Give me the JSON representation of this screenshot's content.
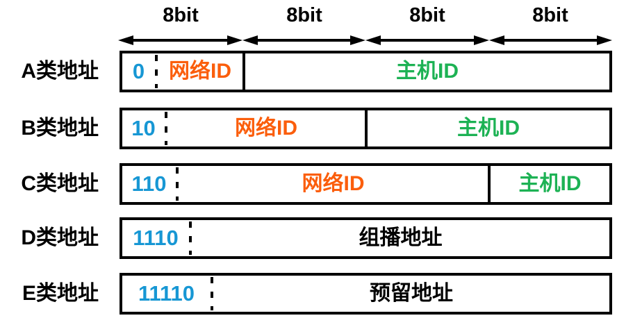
{
  "scale": {
    "bit_labels": [
      "8bit",
      "8bit",
      "8bit",
      "8bit"
    ]
  },
  "colors": {
    "prefix_blue": "#1797D4",
    "network_orange": "#FB5E0C",
    "host_green": "#1DB254",
    "line_black": "#000000"
  },
  "rows": [
    {
      "label": "A类地址",
      "prefix": "0",
      "fields": [
        {
          "text": "网络ID"
        },
        {
          "text": "主机ID"
        }
      ]
    },
    {
      "label": "B类地址",
      "prefix": "10",
      "fields": [
        {
          "text": "网络ID"
        },
        {
          "text": "主机ID"
        }
      ]
    },
    {
      "label": "C类地址",
      "prefix": "110",
      "fields": [
        {
          "text": "网络ID"
        },
        {
          "text": "主机ID"
        }
      ]
    },
    {
      "label": "D类地址",
      "prefix": "1110",
      "fields": [
        {
          "text": "组播地址"
        }
      ]
    },
    {
      "label": "E类地址",
      "prefix": "11110",
      "fields": [
        {
          "text": "预留地址"
        }
      ]
    }
  ]
}
